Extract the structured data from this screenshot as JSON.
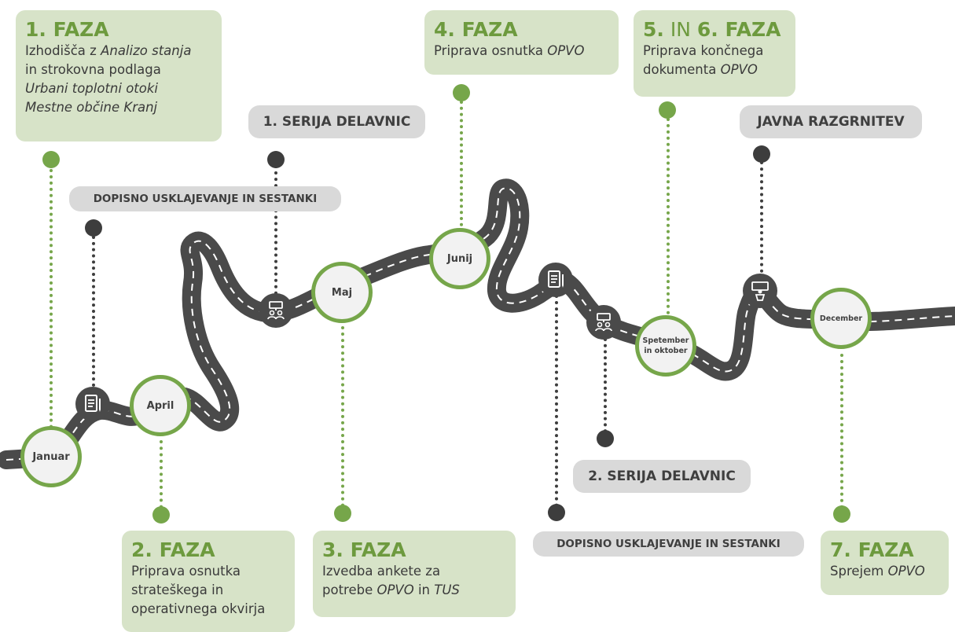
{
  "colors": {
    "green": "#76a64a",
    "light_green_panel": "#d7e3c8",
    "road": "#4a4a4a",
    "pill_gray": "#d9d9d9",
    "dark_dot": "#3d3d3d"
  },
  "phases": {
    "p1": {
      "num": "1.",
      "word": "FAZA",
      "line1": "Izhodišča z ",
      "line1_it": "Analizo stanja",
      "line2": "in strokovna podlaga",
      "line3_it": "Urbani toplotni otoki",
      "line4_it": "Mestne občine Kranj"
    },
    "p2": {
      "num": "2.",
      "word": "FAZA",
      "line1": "Priprava osnutka",
      "line2": "strateškega in",
      "line3": "operativnega okvirja"
    },
    "p3": {
      "num": "3.",
      "word": "FAZA",
      "line1": "Izvedba ankete za",
      "line2": "potrebe ",
      "line2_it1": "OPVO",
      "line2_mid": " in ",
      "line2_it2": "TUS"
    },
    "p4": {
      "num": "4.",
      "word": "FAZA",
      "line1": "Priprava osnutka ",
      "line1_it": "OPVO"
    },
    "p56": {
      "num": "5.",
      "in_word": " IN ",
      "num2": "6.",
      "word": "FAZA",
      "line1": "Priprava končnega",
      "line2": "dokumenta ",
      "line2_it": "OPVO"
    },
    "p7": {
      "num": "7.",
      "word": "FAZA",
      "line1": "Sprejem ",
      "line1_it": "OPVO"
    }
  },
  "events": {
    "serija1": "1. SERIJA DELAVNIC",
    "serija2": "2. SERIJA DELAVNIC",
    "dopisno1": "DOPISNO USKLAJEVANJE IN SESTANKI",
    "dopisno2": "DOPISNO USKLAJEVANJE IN SESTANKI",
    "javna": "JAVNA RAZGRNITEV"
  },
  "months": {
    "januar": "Januar",
    "april": "April",
    "maj": "Maj",
    "junij": "Junij",
    "sept_line1": "Spetember",
    "sept_line2": "in oktober",
    "december": "December"
  },
  "icons": [
    "document-pen-icon",
    "workshop-group-icon",
    "document-pen-icon",
    "workshop-group-icon",
    "presentation-podium-icon"
  ]
}
